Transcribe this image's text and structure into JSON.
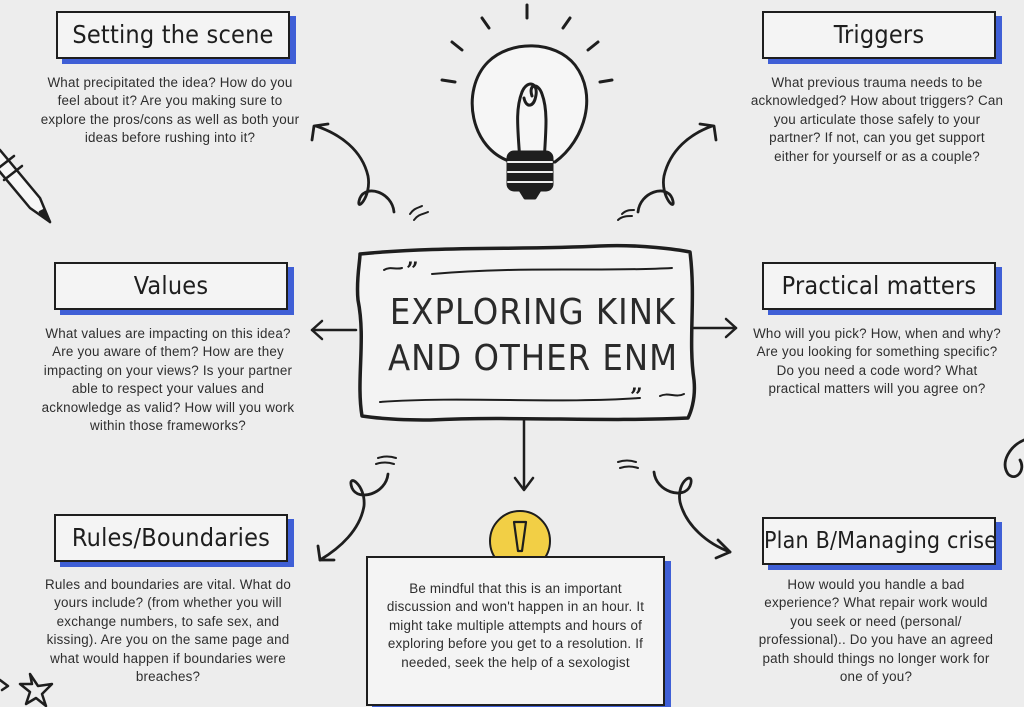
{
  "center": {
    "title_line1": "EXPLORING KINK",
    "title_line2": "AND OTHER ENM"
  },
  "sections": {
    "setting_scene": {
      "title": "Setting the scene",
      "text": "What precipitated the idea? How do you feel about it? Are you making sure to explore the pros/cons as well as both your ideas before rushing into it?"
    },
    "triggers": {
      "title": "Triggers",
      "text": "What previous trauma needs to be acknowledged? How about triggers? Can you articulate those safely to your partner? If not, can you get support either for yourself or as a couple?"
    },
    "values": {
      "title": "Values",
      "text": "What values are impacting on this idea? Are you aware of them? How are they impacting on your views? Is your partner able to respect your values and acknowledge as valid? How will you work within those frameworks?"
    },
    "practical": {
      "title": "Practical matters",
      "text": "Who will you pick? How, when and why? Are you looking for something specific? Do you need a code word? What practical matters will you agree on?"
    },
    "rules": {
      "title": "Rules/Boundaries",
      "text": "Rules and boundaries are vital. What do yours include? (from whether you will exchange numbers, to safe sex, and kissing). Are you on the same page and what would happen if boundaries were breaches?"
    },
    "plan_b": {
      "title": "Plan B/Managing crises",
      "text": "How would you handle a bad experience? What repair work would you seek or need (personal/ professional).. Do you have an agreed path should things no longer work for one of you?"
    },
    "bottom_note": {
      "text": "Be mindful that this is an important discussion and won't happen in an hour. It might take multiple attempts and hours of exploring before you get to a resolution. If needed, seek the help of a sexologist"
    }
  },
  "colors": {
    "background": "#ededed",
    "shadow_accent": "#3f5fd6",
    "warning_yellow": "#f2cf45",
    "ink": "#1e1e1e"
  },
  "icons": [
    "lightbulb-icon",
    "pencil-icon",
    "warning-icon",
    "star-icon",
    "swirl-arrow-icon"
  ]
}
